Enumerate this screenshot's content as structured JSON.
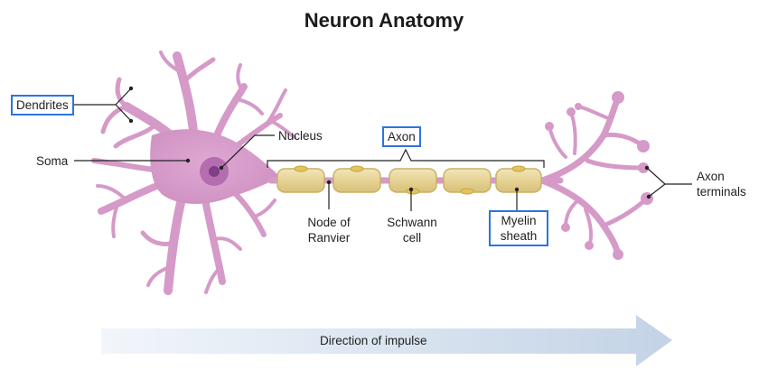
{
  "title": "Neuron Anatomy",
  "labels": {
    "dendrites": "Dendrites",
    "soma": "Soma",
    "nucleus": "Nucleus",
    "axon": "Axon",
    "node_of_ranvier": [
      "Node of",
      "Ranvier"
    ],
    "schwann_cell": [
      "Schwann",
      "cell"
    ],
    "myelin_sheath": [
      "Myelin",
      "sheath"
    ],
    "axon_terminals": [
      "Axon",
      "terminals"
    ],
    "direction": "Direction of impulse"
  },
  "colors": {
    "neuron_body": "#d59ac8",
    "neuron_outline": "#b574a8",
    "nucleus": "#b46eb0",
    "nucleolus": "#7d3f86",
    "myelin": "#e9d9a0",
    "myelin_outline": "#c9b265",
    "highlight_box": "#2a74e0",
    "arrow_start": "#f1f5fa",
    "arrow_end": "#c6d5e7",
    "leader_line": "#222222"
  }
}
